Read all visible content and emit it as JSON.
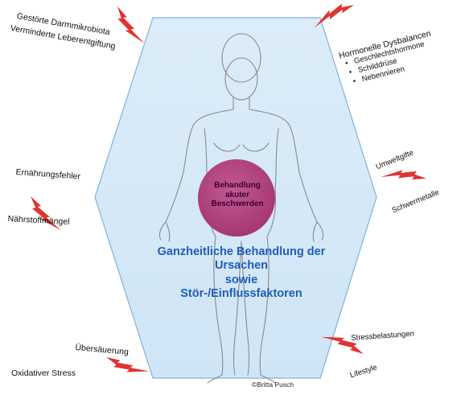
{
  "left_top_labels": [
    "Gestörte Darmmikrobiota",
    "Verminderte Leberentgiftung"
  ],
  "right_top": {
    "heading": "Hormonelle Dysbalancen",
    "items": [
      "Geschlechtshormone",
      "Schilddrüse",
      "Nebennieren"
    ]
  },
  "left_mid_labels": [
    "Ernährungsfehler",
    "Nährstoffmängel"
  ],
  "right_mid_labels": [
    "Umweltgifte",
    "Schwermetalle"
  ],
  "left_bottom_labels": [
    "Übersäuerung",
    "Oxidativer Stress"
  ],
  "right_bottom_labels": [
    "Stressbelastungen",
    "Lifestyle"
  ],
  "circle_text": [
    "Behandlung",
    "akuter",
    "Beschwerden"
  ],
  "center_title": [
    "Ganzheitliche Behandlung der",
    "Ursachen",
    "sowie",
    "Stör-/Einflussfaktoren"
  ],
  "copyright": "©Britta Pusch",
  "colors": {
    "hexagon_fill": "#d9ecf9",
    "hexagon_stroke": "#7fb2dc",
    "circle_fill": "#b0417e",
    "lightning": "#e23232",
    "title_blue": "#1f5db8"
  }
}
